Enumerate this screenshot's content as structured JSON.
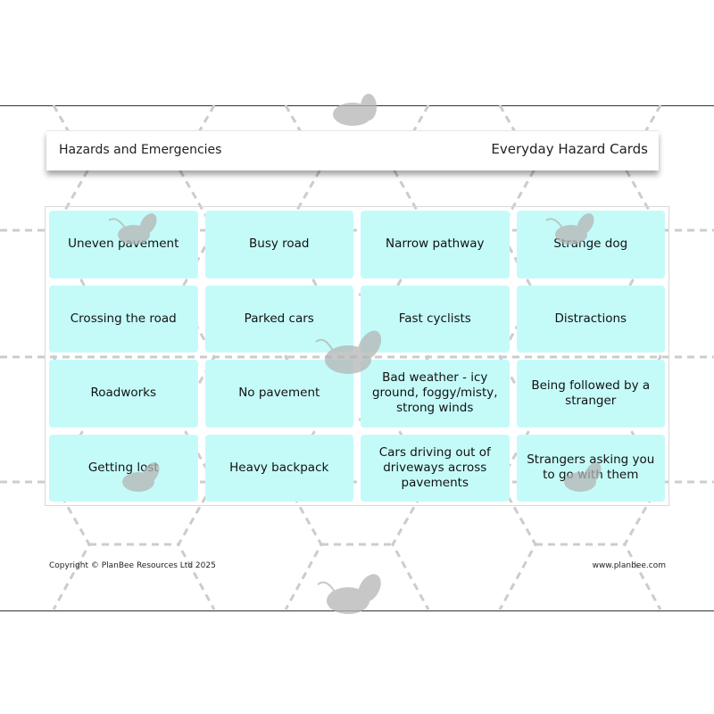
{
  "header": {
    "topic": "Hazards and Emergencies",
    "title": "Everyday Hazard Cards"
  },
  "cards": [
    "Uneven pavement",
    "Busy road",
    "Narrow pathway",
    "Strange dog",
    "Crossing the road",
    "Parked cars",
    "Fast cyclists",
    "Distractions",
    "Roadworks",
    "No pavement",
    "Bad weather - icy ground, foggy/misty, strong winds",
    "Being followed by a stranger",
    "Getting lost",
    "Heavy backpack",
    "Cars driving out of driveways across pavements",
    "Strangers asking you to go with them"
  ],
  "footer": {
    "copyright": "Copyright © PlanBee Resources Ltd 2025",
    "website": "www.planbee.com"
  },
  "colors": {
    "card_fill": "#c4fbf9",
    "bee_watermark": "#b5b5b5",
    "pattern_dash": "#c8c8c8"
  }
}
